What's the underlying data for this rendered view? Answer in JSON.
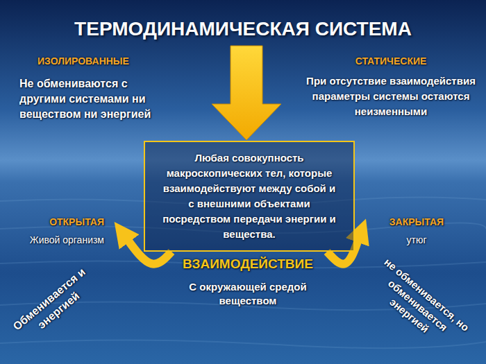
{
  "diagram": {
    "title": "ТЕРМОДИНАМИЧЕСКАЯ СИСТЕМА",
    "nodes": [
      {
        "text": [
          "ИЗОЛИРОВАННЫЕ",
          "Не обмениваются с другими системами ни веществом ни энергией"
        ]
      },
      {
        "text": [
          "СТАТИЧЕСКИЕ",
          "При отсутствие взаимодействия параметры системы остаются неизменными"
        ]
      },
      {
        "text": [
          "Любая совокупность макроскопических тел, которые взаимодействуют между собой и с внешними объектами посредством передачи энергии и вещества."
        ]
      },
      {
        "text": [
          "ОТКРЫТАЯ",
          "Живой организм"
        ]
      },
      {
        "text": [
          "ЗАКРЫТАЯ",
          "утюг"
        ]
      }
    ],
    "edges": [
      {
        "from": 2,
        "to": 3,
        "arrow": "to"
      },
      {
        "from": 2,
        "to": 4,
        "arrow": "to"
      }
    ],
    "labels": [
      "ВЗАИМОДЕЙСТВИЕ",
      "С окружающей средой веществом",
      "Обменивается и энергией",
      "не обменивается, но обменивается энергией"
    ]
  }
}
